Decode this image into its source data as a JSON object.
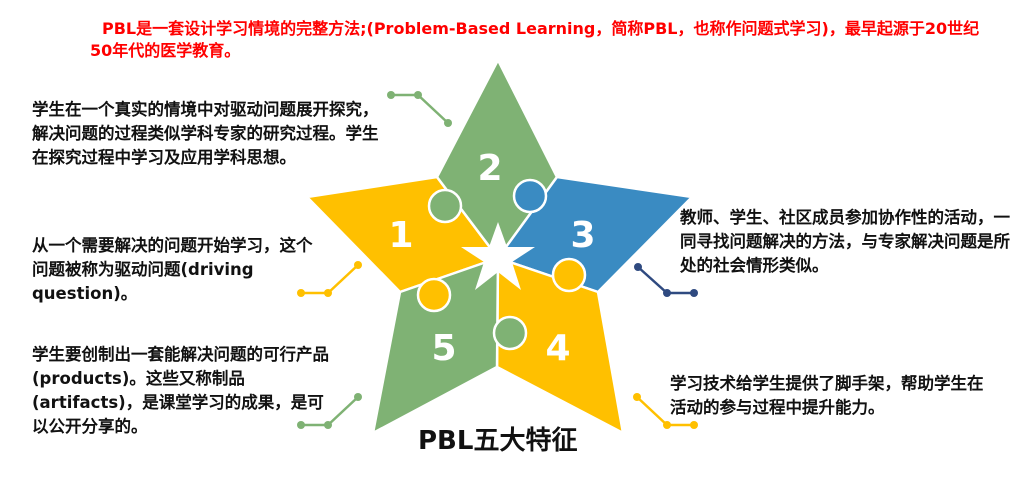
{
  "intro": "PBL是一套设计学习情境的完整方法;(Problem-Based Learning，简称PBL，也称作问题式学习)，最早起源于20世纪50年代的医学教育。",
  "title": "PBL五大特征",
  "pieces": [
    {
      "number": "1",
      "color": "#FFC000"
    },
    {
      "number": "2",
      "color": "#7FB274"
    },
    {
      "number": "3",
      "color": "#3A8BC2"
    },
    {
      "number": "4",
      "color": "#FFC000"
    },
    {
      "number": "5",
      "color": "#7FB274"
    }
  ],
  "features": {
    "f2": "学生在一个真实的情境中对驱动问题展开探究，解决问题的过程类似学科专家的研究过程。学生在探究过程中学习及应用学科思想。",
    "f1": "从一个需要解决的问题开始学习，这个问题被称为驱动问题(driving question)。",
    "f5": "学生要创制出一套能解决问题的可行产品(products)。这些又称制品(artifacts)，是课堂学习的成果，是可以公开分享的。",
    "f3": "教师、学生、社区成员参加协作性的活动，一同寻找问题解决的方法，与专家解决问题是所处的社会情形类似。",
    "f4": "学习技术给学生提供了脚手架，帮助学生在活动的参与过程中提升能力。"
  }
}
